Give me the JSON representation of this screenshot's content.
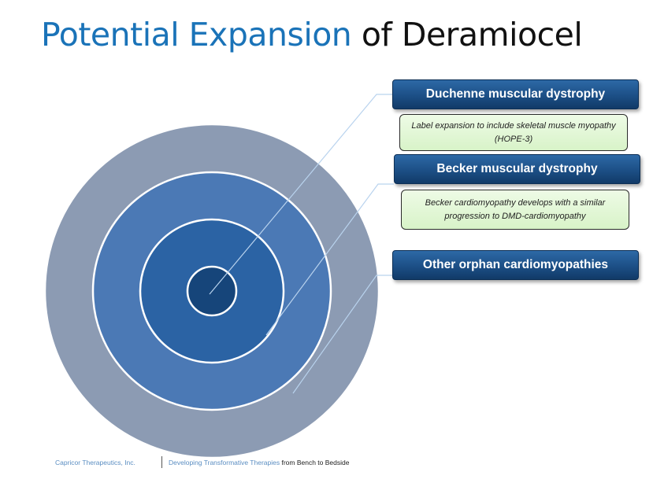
{
  "title": {
    "accent": "Potential Expansion",
    "rest": "of Deramiocel"
  },
  "rings": [
    {
      "name": "outer-ring",
      "fill": "#8c9bb3"
    },
    {
      "name": "ring-2",
      "fill": "#4b79b5"
    },
    {
      "name": "ring-3",
      "fill": "#2b63a4"
    },
    {
      "name": "core",
      "fill": "#16457a"
    }
  ],
  "labels": {
    "duchenne": "Duchenne muscular dystrophy",
    "duchenne_note": "Label expansion to include skeletal muscle myopathy (HOPE-3)",
    "becker": "Becker muscular dystrophy",
    "becker_note": "Becker cardiomyopathy develops with a similar progression to DMD-cardiomyopathy",
    "other": "Other orphan cardiomyopathies"
  },
  "footer": {
    "company": "Capricor Therapeutics, Inc.",
    "tagline_main": "Developing Transformative Therapies",
    "tagline_tail": "from Bench to Bedside"
  },
  "colors": {
    "title_accent": "#1a73b8",
    "dark_box": "#1c4f86",
    "light_box": "#d8f3c8",
    "leader_line": "#b9d3ee"
  }
}
